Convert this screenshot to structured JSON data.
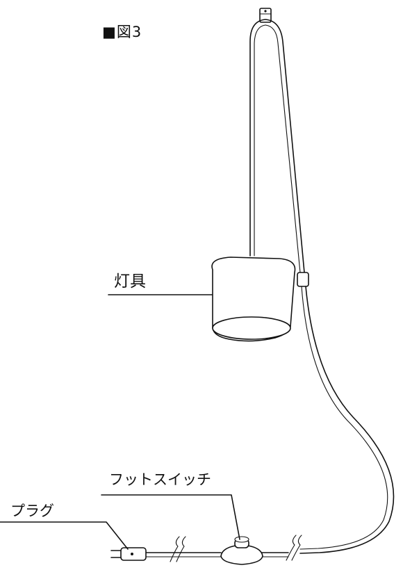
{
  "figure": {
    "title": "■図3"
  },
  "labels": {
    "lamp": "灯具",
    "foot_switch": "フットスイッチ",
    "plug": "プラグ"
  },
  "colors": {
    "line": "#111111",
    "background": "#ffffff"
  }
}
